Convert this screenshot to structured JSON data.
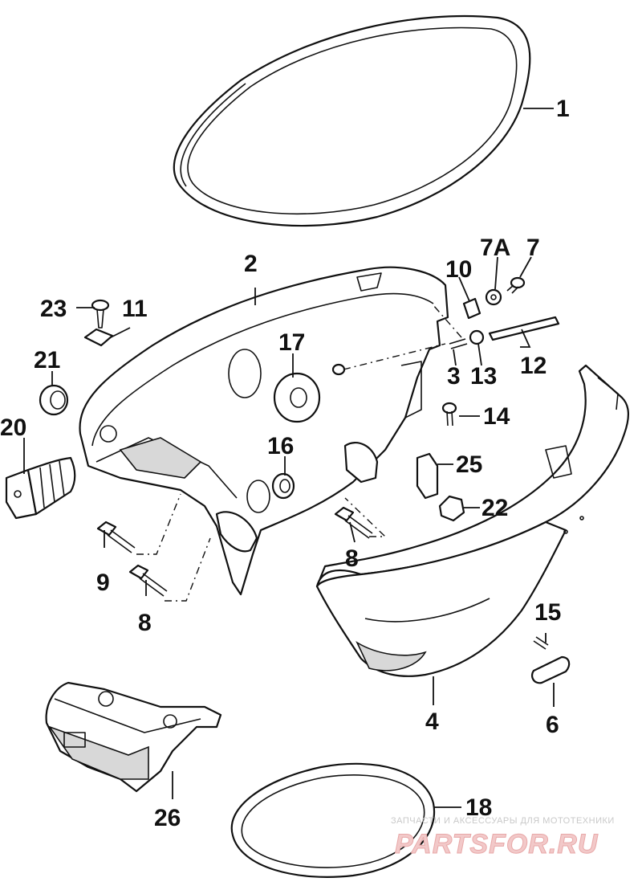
{
  "callouts": {
    "p1": "1",
    "p2": "2",
    "p3": "3",
    "p4": "4",
    "p6": "6",
    "p7": "7",
    "p7a": "7A",
    "p8a": "8",
    "p8b": "8",
    "p9": "9",
    "p10": "10",
    "p11": "11",
    "p12": "12",
    "p13": "13",
    "p14": "14",
    "p15": "15",
    "p16": "16",
    "p17": "17",
    "p18": "18",
    "p20": "20",
    "p21": "21",
    "p22": "22",
    "p23": "23",
    "p25": "25",
    "p26": "26"
  },
  "watermark": {
    "tagline": "ЗАПЧАСТИ И АКСЕССУАРЫ ДЛЯ МОТОТЕХНИКИ",
    "brand": "PARTSFOR.RU"
  }
}
